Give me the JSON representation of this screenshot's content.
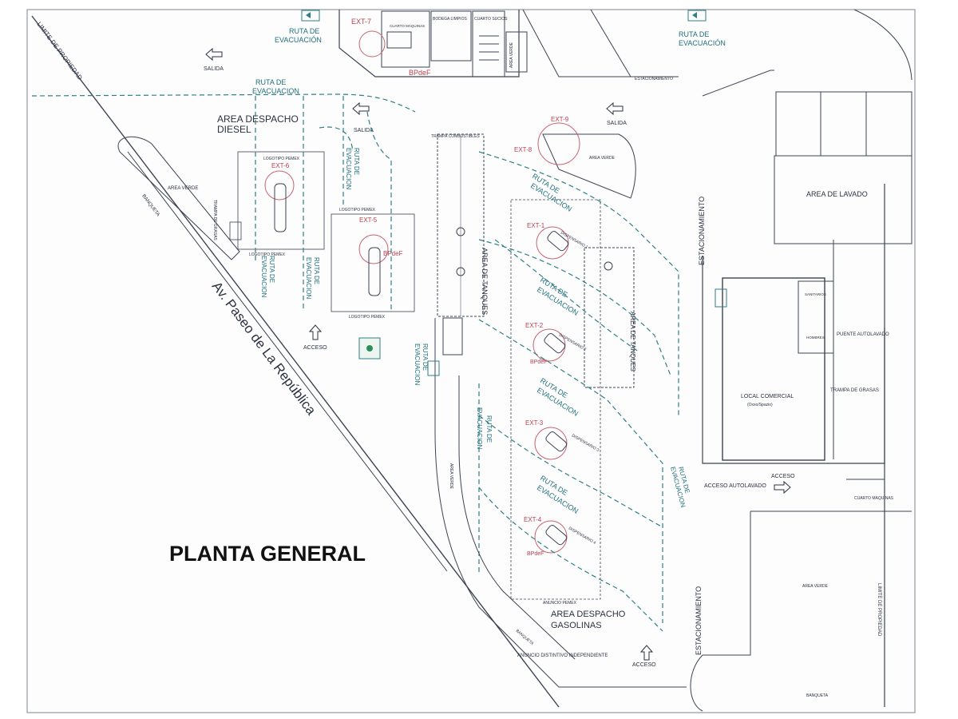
{
  "title": "PLANTA GENERAL",
  "street": "Av. Paseo de La República",
  "colors": {
    "lines": "#3c4352",
    "evacuation": "#2f7f86",
    "extinguisher": "#c9636f",
    "title": "#111111"
  },
  "labels": {
    "limite_propiedad": "LIMITE DE PROPIEDAD",
    "salida": "SALIDA",
    "ruta": "RUTA DE",
    "evac": "EVACUACIÓN",
    "evac2": "EVACUACION",
    "area_diesel_1": "AREA DESPACHO",
    "area_diesel_2": "DIESEL",
    "area_gas_1": "AREA DESPACHO",
    "area_gas_2": "GASOLINAS",
    "area_verde": "AREA VERDE",
    "banqueta": "BANQUETA",
    "trampa_grasas": "TRAMPA DE GRASAS",
    "trampa_combustibles": "TRAMPA COMBUSTIBLES",
    "logotipo_pemex": "LOGOTIPO PEMEX",
    "acceso": "ACCESO",
    "area_tanques": "AREA DE TANQUES",
    "area_lavado": "AREA DE LAVADO",
    "local_comercial": "LOCAL COMERCIAL",
    "local_sub": "(Oxxo/Spazio)",
    "puente_autolavado": "PUENTE AUTOLAVADO",
    "trampa_grasas2": "TRAMPA DE GRASAS",
    "acceso_autolavado": "ACCESO AUTOLAVADO",
    "cuarto_maquinas": "CUARTO MAQUINAS",
    "estacionamiento": "ESTACIONAMIENTO",
    "bodega_limpios": "BODEGA LIMPIOS",
    "cuarto_sucios": "CUARTO SUCIOS",
    "cuarto_maquinas_top": "CUARTO MAQUINAS",
    "anuncio_distintivo": "ANUNCIO DISTINTIVO INDEPENDIENTE",
    "anuncio_pemex": "ANUNCIO PEMEX",
    "sanitarios": "SANITARIOS",
    "hombres": "HOMBRES",
    "limite_derecho": "LIMITE DE PROPIEDAD"
  },
  "extinguishers": [
    "EXT-1",
    "EXT-2",
    "EXT-3",
    "EXT-4",
    "EXT-5",
    "EXT-6",
    "EXT-7",
    "EXT-8",
    "EXT-9"
  ],
  "dispensers": [
    "DISPENSARIO 1",
    "DISPENSARIO 2",
    "DISPENSARIO 3",
    "DISPENSARIO 4"
  ],
  "mark": "BPdeF"
}
